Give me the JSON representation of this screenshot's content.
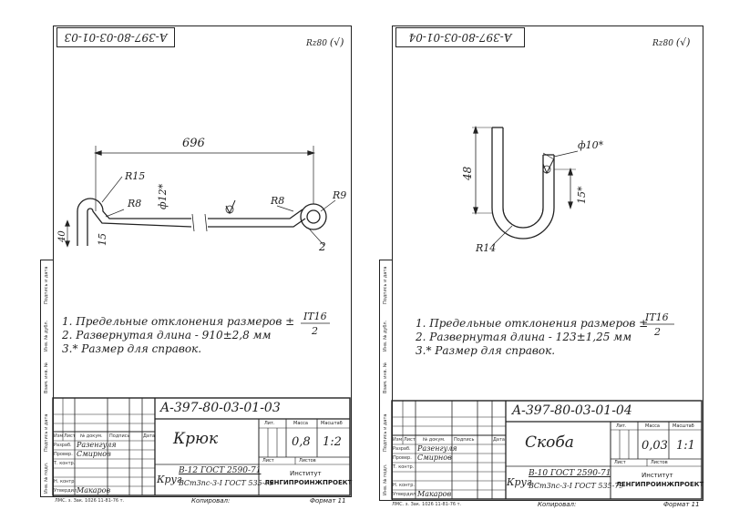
{
  "left": {
    "stamp_number": "A-397-80-03-01-03",
    "roughness": "Rz80",
    "roughness_mark": "(√)",
    "dims": {
      "length": "696",
      "r15": "R15",
      "r8a": "R8",
      "dia": "ф12*",
      "r8b": "R8",
      "r9": "R9",
      "h15": "15",
      "h40": "40",
      "two": "2"
    },
    "notes": [
      "1. Предельные отклонения размеров ±",
      "2. Развернутая длина - 910±2,8 мм",
      "3.* Размер для справок."
    ],
    "tol_num": "IT16",
    "tol_den": "2",
    "title_block": {
      "designation": "A-397-80-03-01-03",
      "name": "Крюк",
      "lit_h": "Лит.",
      "mass_h": "Масса",
      "scale_h": "Масштаб",
      "mass": "0,8",
      "scale": "1:2",
      "sheet_h": "Лист",
      "sheets_h": "Листов",
      "material_prefix": "Круг",
      "material_top": "В-12 ГОСТ 2590-71",
      "material_bottom": "ВСт3пс-3-I ГОСТ 535-79",
      "org1": "Институт",
      "org2": "ЛЕНГИПРОИНЖПРОЕКТ",
      "cols": [
        "Изм",
        "Лист",
        "№ докум.",
        "Подпись",
        "Дата"
      ],
      "rows": [
        {
          "role": "Разраб.",
          "name": "Разенгуля"
        },
        {
          "role": "Провер.",
          "name": "Смирнов"
        },
        {
          "role": "Т. контр.",
          "name": ""
        },
        {
          "role": "",
          "name": ""
        },
        {
          "role": "Н. контр.",
          "name": ""
        },
        {
          "role": "Утвердил",
          "name": "Макаров"
        }
      ]
    },
    "side_labels": [
      "Подпись и дата",
      "Инв. № дубл.",
      "Взам. инв. №",
      "Подпись и дата",
      "Инв. № подл."
    ],
    "copied": "Копировал:",
    "format": "Формат 11",
    "footer_code": "ЛМС. з. Зак. 1026 11-81-76 т."
  },
  "right": {
    "stamp_number": "A-397-80-03-01-04",
    "roughness": "Rz80",
    "roughness_mark": "(√)",
    "dims": {
      "dia": "ф10*",
      "h48": "48",
      "h15": "15*",
      "r14": "R14"
    },
    "notes": [
      "1. Предельные отклонения размеров ±",
      "2. Развернутая длина - 123±1,25 мм",
      "3.* Размер для справок."
    ],
    "tol_num": "IT16",
    "tol_den": "2",
    "title_block": {
      "designation": "A-397-80-03-01-04",
      "name": "Скоба",
      "lit_h": "Лит.",
      "mass_h": "Масса",
      "scale_h": "Масштаб",
      "mass": "0,03",
      "scale": "1:1",
      "sheet_h": "Лист",
      "sheets_h": "Листов",
      "material_prefix": "Круг",
      "material_top": "В-10 ГОСТ 2590-71",
      "material_bottom": "ВСт3пс-3-I ГОСТ 535-79",
      "org1": "Институт",
      "org2": "ЛЕНГИПРОИНЖПРОЕКТ",
      "cols": [
        "Изм",
        "Лист",
        "№ докум.",
        "Подпись",
        "Дата"
      ],
      "rows": [
        {
          "role": "Разраб.",
          "name": "Разенгуля"
        },
        {
          "role": "Провер.",
          "name": "Смирнов"
        },
        {
          "role": "Т. контр.",
          "name": ""
        },
        {
          "role": "",
          "name": ""
        },
        {
          "role": "Н. контр.",
          "name": ""
        },
        {
          "role": "Утвердил",
          "name": "Макаров"
        }
      ]
    },
    "side_labels": [
      "Подпись и дата",
      "Инв. № дубл.",
      "Взам. инв. №",
      "Подпись и дата",
      "Инв. № подл."
    ],
    "copied": "Копировал:",
    "format": "Формат 11",
    "footer_code": "ЛМС. з. Зак. 1026 11-81-76 т."
  }
}
